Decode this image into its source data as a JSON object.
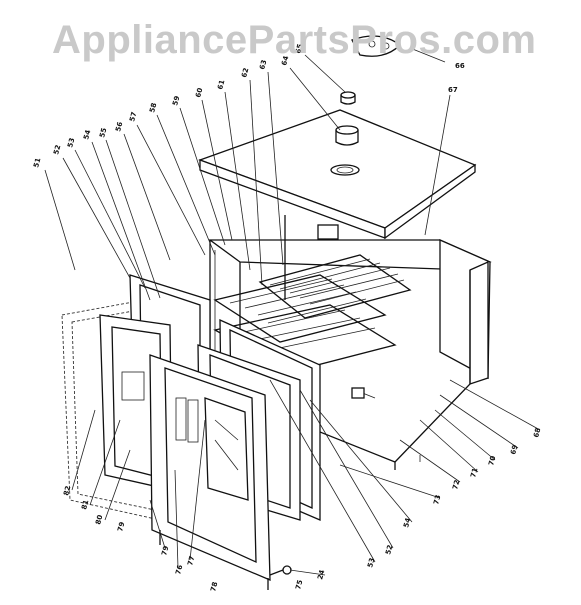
{
  "watermark": "AppliancePartsPros.com",
  "callouts": [
    "51",
    "52",
    "53",
    "54",
    "55",
    "56",
    "57",
    "58",
    "59",
    "60",
    "61",
    "62",
    "63",
    "64",
    "65",
    "66",
    "67",
    "68",
    "69",
    "70",
    "71",
    "72",
    "73",
    "54",
    "52",
    "53",
    "24",
    "75",
    "76",
    "77",
    "78",
    "79",
    "79",
    "80",
    "81",
    "82"
  ]
}
